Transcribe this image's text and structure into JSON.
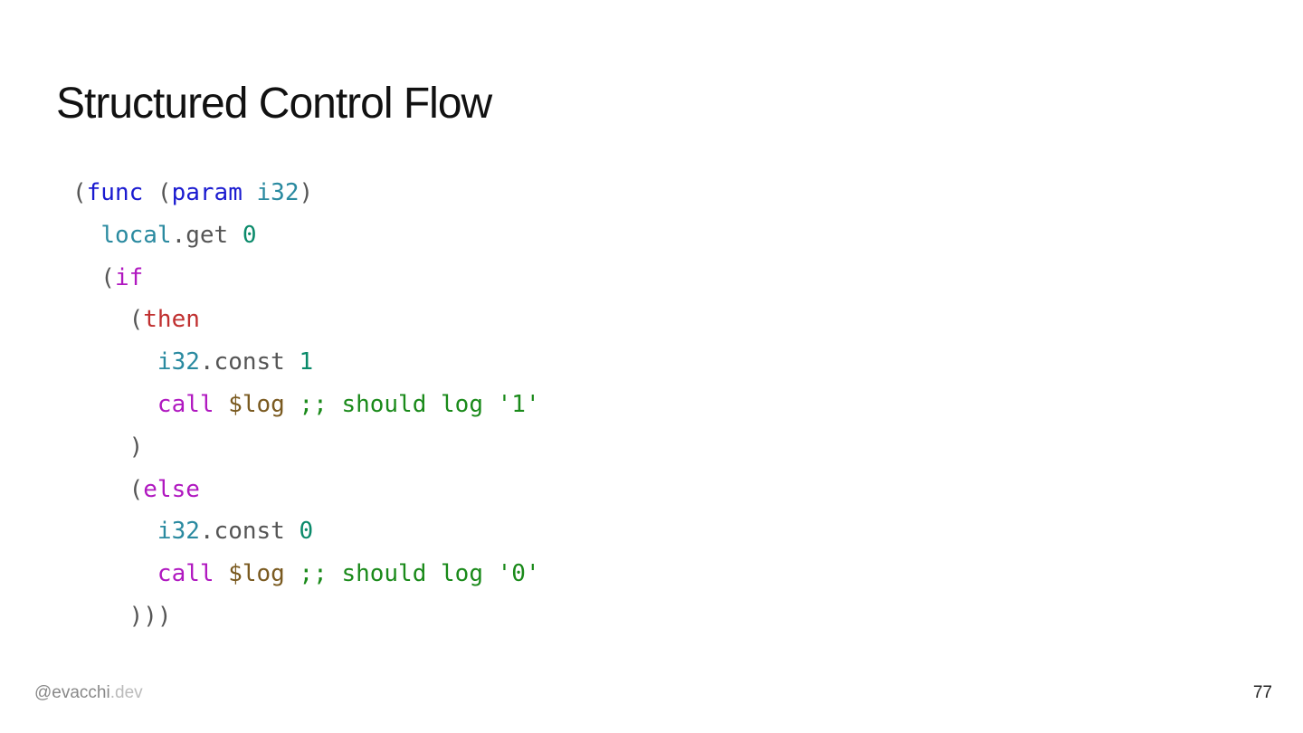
{
  "slide": {
    "title": "Structured Control Flow",
    "page_number": "77"
  },
  "footer": {
    "handle_main": "@evacchi",
    "handle_dim": ".dev"
  },
  "colors": {
    "keyword": "#1a1ad0",
    "type": "#2a8aa0",
    "control": "#b018c0",
    "then": "#c03030",
    "number": "#0a8a6a",
    "plain": "#555555",
    "variable": "#7a5a20",
    "comment": "#1a8a1a"
  },
  "code": {
    "language": "wat",
    "lines": [
      [
        {
          "text": "(",
          "kind": "plain"
        },
        {
          "text": "func",
          "kind": "kw"
        },
        {
          "text": " (",
          "kind": "plain"
        },
        {
          "text": "param",
          "kind": "kw"
        },
        {
          "text": " ",
          "kind": "plain"
        },
        {
          "text": "i32",
          "kind": "type"
        },
        {
          "text": ")",
          "kind": "plain"
        }
      ],
      [
        {
          "text": "  ",
          "kind": "plain"
        },
        {
          "text": "local",
          "kind": "type"
        },
        {
          "text": ".get ",
          "kind": "plain"
        },
        {
          "text": "0",
          "kind": "num"
        }
      ],
      [
        {
          "text": "  (",
          "kind": "plain"
        },
        {
          "text": "if",
          "kind": "ctrl"
        }
      ],
      [
        {
          "text": "    (",
          "kind": "plain"
        },
        {
          "text": "then",
          "kind": "then"
        }
      ],
      [
        {
          "text": "      ",
          "kind": "plain"
        },
        {
          "text": "i32",
          "kind": "type"
        },
        {
          "text": ".const ",
          "kind": "plain"
        },
        {
          "text": "1",
          "kind": "num"
        }
      ],
      [
        {
          "text": "      ",
          "kind": "plain"
        },
        {
          "text": "call",
          "kind": "ctrl"
        },
        {
          "text": " ",
          "kind": "plain"
        },
        {
          "text": "$log",
          "kind": "var"
        },
        {
          "text": " ",
          "kind": "plain"
        },
        {
          "text": ";; should log '1'",
          "kind": "comment"
        }
      ],
      [
        {
          "text": "    )",
          "kind": "plain"
        }
      ],
      [
        {
          "text": "    (",
          "kind": "plain"
        },
        {
          "text": "else",
          "kind": "ctrl"
        }
      ],
      [
        {
          "text": "      ",
          "kind": "plain"
        },
        {
          "text": "i32",
          "kind": "type"
        },
        {
          "text": ".const ",
          "kind": "plain"
        },
        {
          "text": "0",
          "kind": "num"
        }
      ],
      [
        {
          "text": "      ",
          "kind": "plain"
        },
        {
          "text": "call",
          "kind": "ctrl"
        },
        {
          "text": " ",
          "kind": "plain"
        },
        {
          "text": "$log",
          "kind": "var"
        },
        {
          "text": " ",
          "kind": "plain"
        },
        {
          "text": ";; should log '0'",
          "kind": "comment"
        }
      ],
      [
        {
          "text": "    )))",
          "kind": "plain"
        }
      ]
    ]
  }
}
